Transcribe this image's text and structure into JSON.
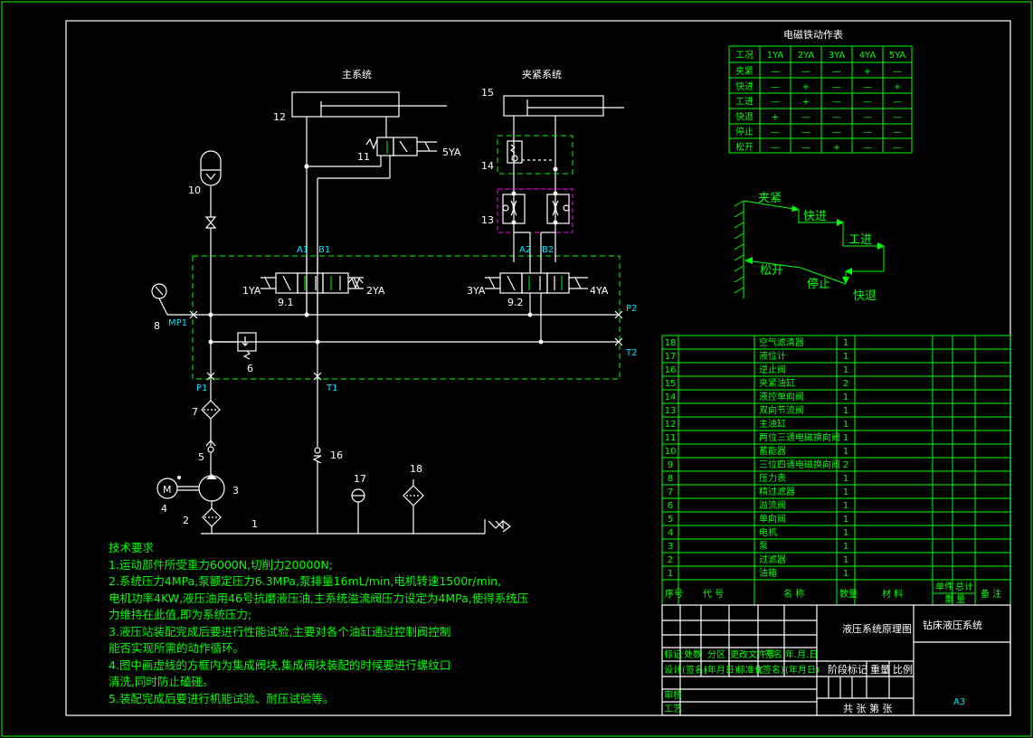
{
  "diagram": {
    "main_system_label": "主系统",
    "clamp_system_label": "夹紧系统",
    "labels": {
      "n12": "12",
      "n11": "11",
      "n5ya": "5YA",
      "n10": "10",
      "n15": "15",
      "n14": "14",
      "n13": "13",
      "a1": "A1",
      "b1": "B1",
      "a2": "A2",
      "b2": "B2",
      "ya1": "1YA",
      "ya2": "2YA",
      "ya3": "3YA",
      "ya4": "4YA",
      "v91": "9.1",
      "v92": "9.2",
      "p2": "P2",
      "t2": "T2",
      "mp1": "MP1",
      "n8": "8",
      "n6": "6",
      "p1": "P1",
      "t1": "T1",
      "n7": "7",
      "n5": "5",
      "n16": "16",
      "n3": "3",
      "n4": "4",
      "n2": "2",
      "n1": "1",
      "n17": "17",
      "n18": "18",
      "motor": "M"
    }
  },
  "tech_requirements": {
    "title": "技术要求",
    "lines": [
      "1.运动部件所受重力6000N,切削力20000N;",
      "2.系统压力4MPa,泵额定压力6.3MPa,泵排量16mL/min,电机转速1500r/min,",
      "电机功率4KW,液压油用46号抗磨液压油,主系统溢流阀压力设定为4MPa,使得系统压",
      "力维持在此值,即为系统压力;",
      "3.液压站装配完成后要进行性能试验,主要对各个油缸通过控制阀控制",
      "能否实现所需的动作循环。",
      "4.图中画虚线的方框内为集成阀块,集成阀块装配的时候要进行螺纹口",
      "清洗,同时防止磕碰。",
      "5.装配完成后要进行机能试验、耐压试验等。"
    ]
  },
  "solenoid_table": {
    "title": "电磁铁动作表",
    "header": [
      "工况",
      "1YA",
      "2YA",
      "3YA",
      "4YA",
      "5YA"
    ],
    "rows": [
      [
        "夹紧",
        "—",
        "—",
        "—",
        "+",
        "—"
      ],
      [
        "快进",
        "—",
        "+",
        "—",
        "—",
        "+"
      ],
      [
        "工进",
        "—",
        "+",
        "—",
        "—",
        "—"
      ],
      [
        "快退",
        "+",
        "—",
        "—",
        "—",
        "—"
      ],
      [
        "停止",
        "—",
        "—",
        "—",
        "—",
        "—"
      ],
      [
        "松开",
        "—",
        "—",
        "+",
        "—",
        "—"
      ]
    ]
  },
  "cycle": {
    "steps": [
      "夹紧",
      "快进",
      "工进",
      "快退",
      "停止",
      "松开"
    ]
  },
  "parts_list": {
    "rows": [
      [
        "18",
        "空气滤清器",
        "1"
      ],
      [
        "17",
        "液位计",
        "1"
      ],
      [
        "16",
        "逆止阀",
        "1"
      ],
      [
        "15",
        "夹紧油缸",
        "2"
      ],
      [
        "14",
        "液控单向阀",
        "1"
      ],
      [
        "13",
        "双向节流阀",
        "1"
      ],
      [
        "12",
        "主油缸",
        "1"
      ],
      [
        "11",
        "两位三通电磁换向阀",
        "1"
      ],
      [
        "10",
        "蓄能器",
        "1"
      ],
      [
        "9",
        "三位四通电磁换向阀",
        "2"
      ],
      [
        "8",
        "压力表",
        "1"
      ],
      [
        "7",
        "精过滤器",
        "1"
      ],
      [
        "6",
        "溢流阀",
        "1"
      ],
      [
        "5",
        "单向阀",
        "1"
      ],
      [
        "4",
        "电机",
        "1"
      ],
      [
        "3",
        "泵",
        "1"
      ],
      [
        "2",
        "过滤器",
        "1"
      ],
      [
        "1",
        "油箱",
        "1"
      ]
    ],
    "header": {
      "seq": "序号",
      "code": "代 号",
      "name": "名 称",
      "qty": "数量",
      "material": "材 料",
      "unit": "单件",
      "total": "总计",
      "weight": "重 量",
      "note": "备 注"
    }
  },
  "title_block": {
    "drawing_name": "液压系统原理图",
    "project": "钻床液压系统",
    "size": "A3",
    "mark": "标记",
    "count": "处数",
    "zone": "分区",
    "change_doc": "更改文件号",
    "sign": "签名",
    "date": "年.月.日",
    "design": "设计",
    "sign2": "(签名)",
    "date2": "(年月日)",
    "standard": "标准化",
    "sign3": "(签名)",
    "date3": "(年月日)",
    "stage": "阶段标记",
    "weight": "重量",
    "scale": "比例",
    "review": "审核",
    "process": "工艺",
    "sheets": "共 张 第 张"
  }
}
